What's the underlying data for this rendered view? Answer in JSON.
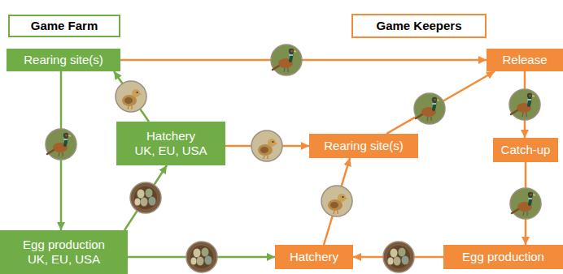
{
  "diagram": {
    "nodes": [
      {
        "text": [
          "Game Farm"
        ]
      },
      {
        "text": [
          "Game Keepers"
        ]
      },
      {
        "text": [
          "Rearing site(s)"
        ]
      },
      {
        "text": [
          "Release"
        ]
      },
      {
        "text": [
          "Hatchery UK, EU, USA"
        ]
      },
      {
        "text": [
          "Rearing site(s)"
        ]
      },
      {
        "text": [
          "Catch-up"
        ]
      },
      {
        "text": [
          "Egg production UK, EU, USA"
        ]
      },
      {
        "text": [
          "Hatchery"
        ]
      },
      {
        "text": [
          "Egg production"
        ]
      }
    ],
    "edges": [
      {
        "from": 2,
        "to": 7,
        "arrow": "to"
      },
      {
        "from": 7,
        "to": 4,
        "arrow": "to"
      },
      {
        "from": 4,
        "to": 2,
        "arrow": "to"
      },
      {
        "from": 2,
        "to": 3,
        "arrow": "to"
      },
      {
        "from": 4,
        "to": 5,
        "arrow": "to"
      },
      {
        "from": 7,
        "to": 8,
        "arrow": "to"
      },
      {
        "from": 9,
        "to": 8,
        "arrow": "to"
      },
      {
        "from": 8,
        "to": 5,
        "arrow": "to"
      },
      {
        "from": 5,
        "to": 3,
        "arrow": "to"
      },
      {
        "from": 3,
        "to": 6,
        "arrow": "to"
      },
      {
        "from": 6,
        "to": 9,
        "arrow": "to"
      }
    ]
  }
}
